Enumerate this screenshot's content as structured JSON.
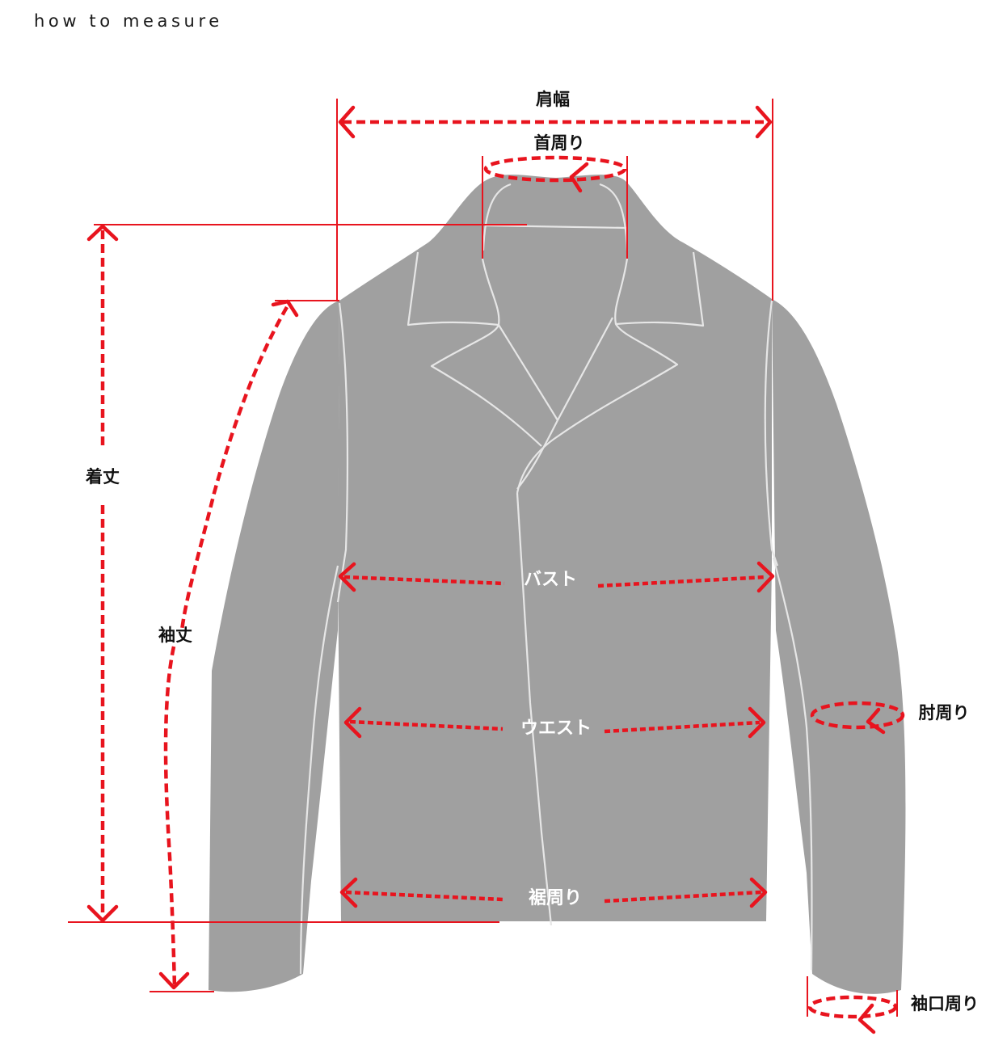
{
  "page": {
    "title": "how to measure"
  },
  "diagram": {
    "subject": "jacket",
    "colors": {
      "garment": "#a0a0a0",
      "seam": "#e6e6e6",
      "measure_line": "#e8141e",
      "label_dark": "#111111",
      "label_light": "#ffffff"
    },
    "labels": {
      "shoulder_width": "肩幅",
      "neck_circumference": "首周り",
      "body_length": "着丈",
      "sleeve_length": "袖丈",
      "bust": "バスト",
      "waist": "ウエスト",
      "hem_circumference": "裾周り",
      "elbow_circumference": "肘周り",
      "cuff_circumference": "袖口周り"
    }
  }
}
